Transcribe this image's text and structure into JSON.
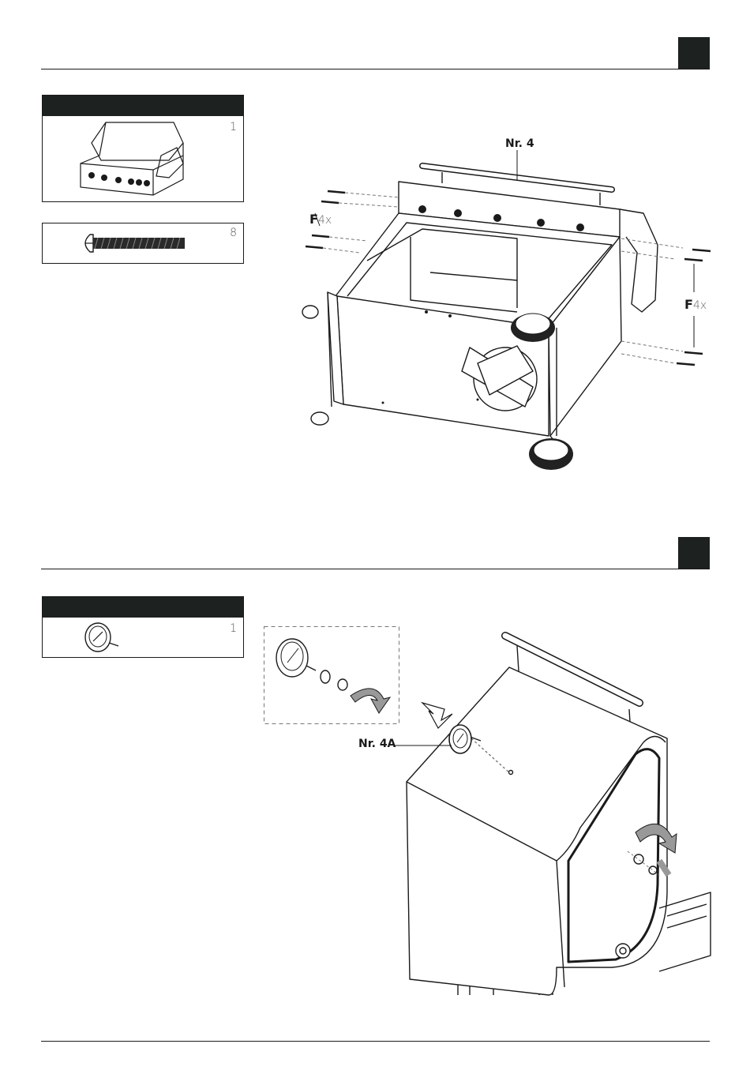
{
  "step1": {
    "parts": [
      {
        "qty": "1",
        "icon": "grill-head-icon"
      },
      {
        "qty": "8",
        "icon": "screw-icon"
      }
    ],
    "callout_main": "Nr. 4",
    "fastener_left": {
      "letter": "F",
      "count": "4x"
    },
    "fastener_right": {
      "letter": "F",
      "count": "4x"
    }
  },
  "step2": {
    "parts": [
      {
        "qty": "1",
        "icon": "thermometer-icon"
      }
    ],
    "callout_main": "Nr. 4A"
  },
  "colors": {
    "ink": "#1a1a1a",
    "badge": "#1d2120",
    "wheel": "#222222"
  }
}
